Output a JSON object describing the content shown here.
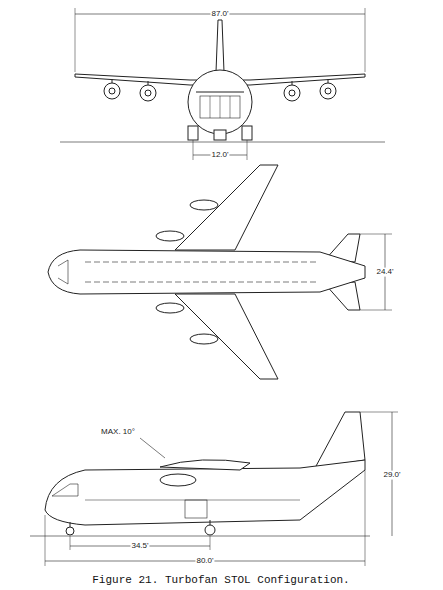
{
  "diagram": {
    "caption": "Figure 21.  Turbofan STOL Configuration.",
    "labels": [
      "87.0'",
      "12.0'",
      "24.4'",
      "29.0'",
      "MAX. 10°",
      "34.5'",
      "80.0'"
    ]
  }
}
